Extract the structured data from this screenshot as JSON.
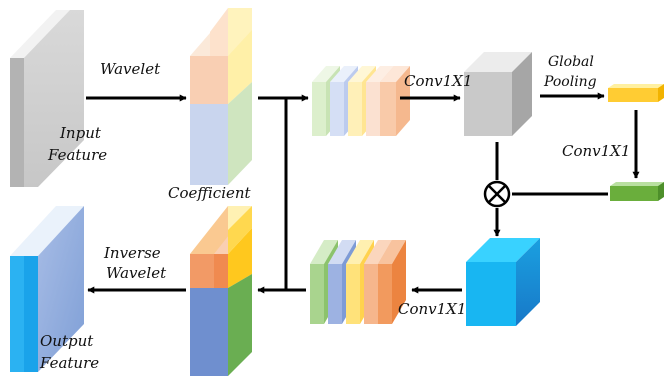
{
  "labels": {
    "input_feature": [
      "Input",
      "Feature"
    ],
    "wavelet": "Wavelet",
    "coefficient": "Coefficient",
    "conv_top": "Conv1X1",
    "global_pooling": [
      "Global",
      "Pooling"
    ],
    "conv_right": "Conv1X1",
    "conv_bottom": "Conv1X1",
    "inverse_wavelet": [
      "Inverse",
      "Wavelet"
    ],
    "output_feature": [
      "Output",
      "Feature"
    ]
  },
  "colors": {
    "input_block": "#cfcfcf",
    "orange": "#f2a36e",
    "yellow": "#ffd24d",
    "green": "#8cc36c",
    "blue": "#7e9bd6",
    "gray": "#bfbfbf",
    "cyan": "#18b6f2",
    "arrow": "#000000"
  },
  "symbols": {
    "multiply": "circle-times-icon"
  }
}
